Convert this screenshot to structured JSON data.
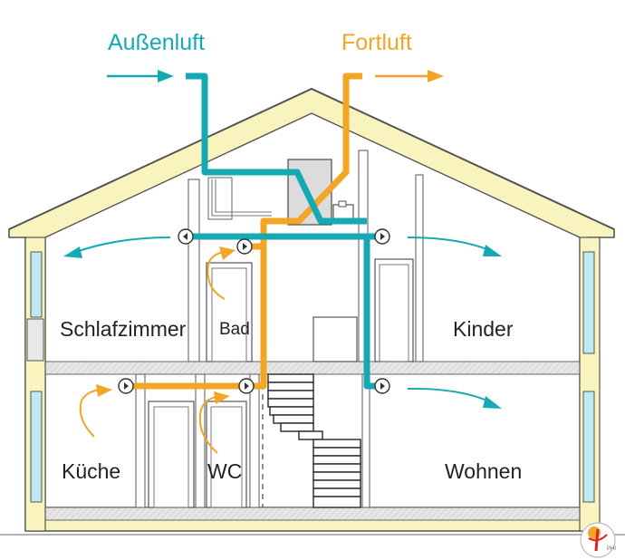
{
  "labels": {
    "outside_air": "Außenluft",
    "exhaust_air": "Fortluft"
  },
  "rooms": {
    "schlafzimmer": "Schlafzimmer",
    "bad": "Bad",
    "kinder": "Kinder",
    "kueche": "Küche",
    "wc": "WC",
    "wohnen": "Wohnen"
  },
  "logo": {
    "text": "PHI"
  },
  "colors": {
    "supply": "#15a9b4",
    "extract": "#f3a526",
    "insulation": "#f9f4be",
    "slab": "#e4e4e4",
    "window": "#bfe7f4"
  }
}
